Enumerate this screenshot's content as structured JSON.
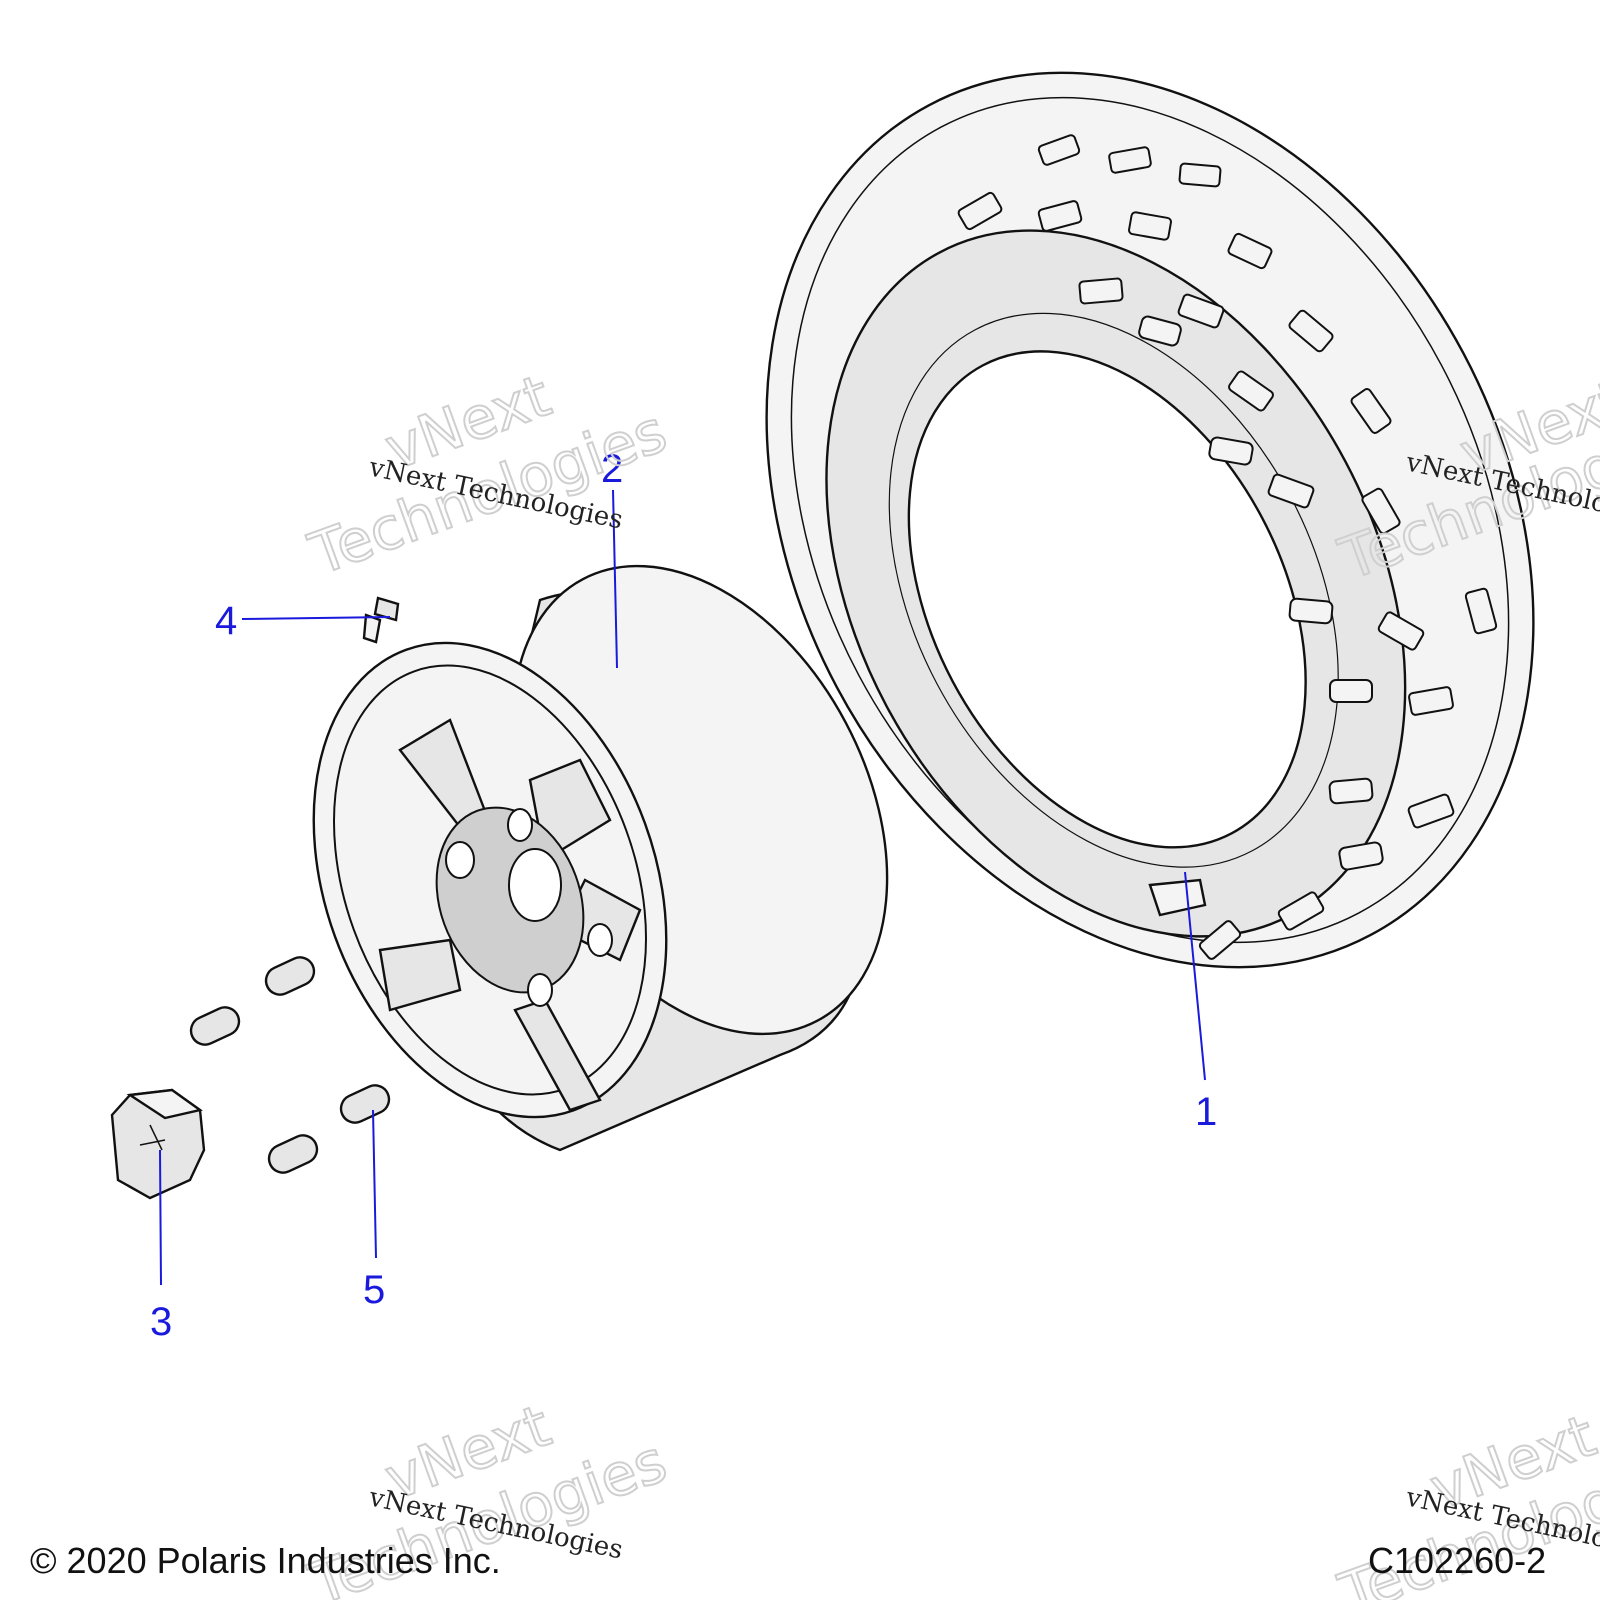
{
  "callouts": {
    "c1": "1",
    "c2": "2",
    "c3": "3",
    "c4": "4",
    "c5": "5"
  },
  "watermark": {
    "small": "vNext Technologies",
    "big_line1": "vNext",
    "big_line2": "Technologies"
  },
  "footer": {
    "copyright": "© 2020 Polaris Industries Inc.",
    "drawing_id": "C102260-2"
  },
  "colors": {
    "callout": "#1a1adc",
    "linework": "#111111",
    "shading": "#e6e6e6"
  }
}
